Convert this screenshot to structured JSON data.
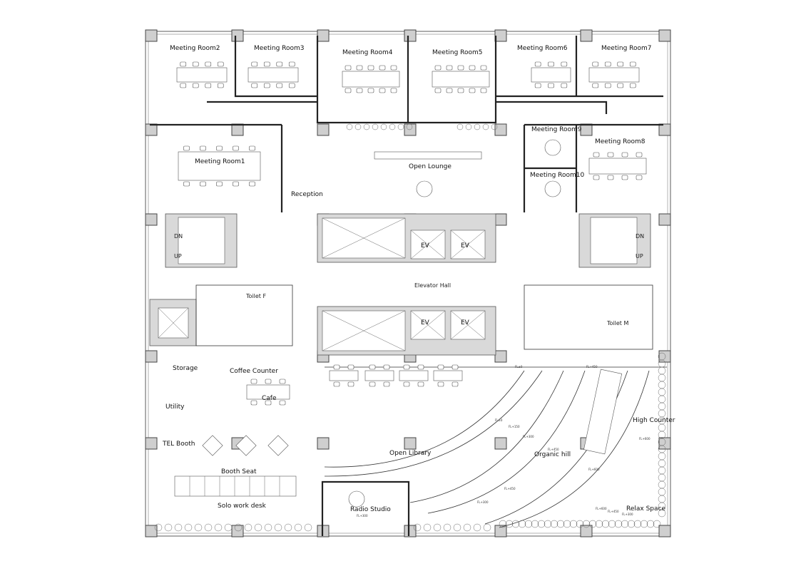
{
  "rooms": {
    "meeting_room2": "Meeting Room2",
    "meeting_room3": "Meeting Room3",
    "meeting_room4": "Meeting Room4",
    "meeting_room5": "Meeting Room5",
    "meeting_room6": "Meeting Room6",
    "meeting_room7": "Meeting Room7",
    "meeting_room1": "Meeting Room1",
    "meeting_room8": "Meeting Room8",
    "meeting_room9": "Meeting Room9",
    "meeting_room10": "Meeting Room10",
    "open_lounge": "Open Lounge",
    "reception": "Reception",
    "elevator_hall": "Elevator Hall",
    "toilet_f": "Toilet F",
    "toilet_m": "Toilet M",
    "storage": "Storage",
    "coffee_counter": "Coffee Counter",
    "cafe": "Cafe",
    "utility": "Utility",
    "tel_booth": "TEL Booth",
    "booth_seat": "Booth Seat",
    "solo_work_desk": "Solo work desk",
    "radio_studio": "Radio Studio",
    "open_library": "Open Library",
    "organic_hill": "Organic hill",
    "high_counter": "High Counter",
    "relax_space": "Relax Space"
  },
  "core": {
    "ev": "EV",
    "dn": "DN",
    "up": "UP"
  },
  "floor_levels": {
    "a": "FL±0",
    "b": "FL+450",
    "c": "FL±0",
    "d": "FL+150",
    "e": "FL+300",
    "f": "FL+450",
    "g": "FL+600",
    "h": "FL+600",
    "i": "FL+450",
    "j": "FL+300",
    "k": "FL+600",
    "l": "FL+450",
    "m": "FL+300",
    "radio": "FL+300"
  }
}
